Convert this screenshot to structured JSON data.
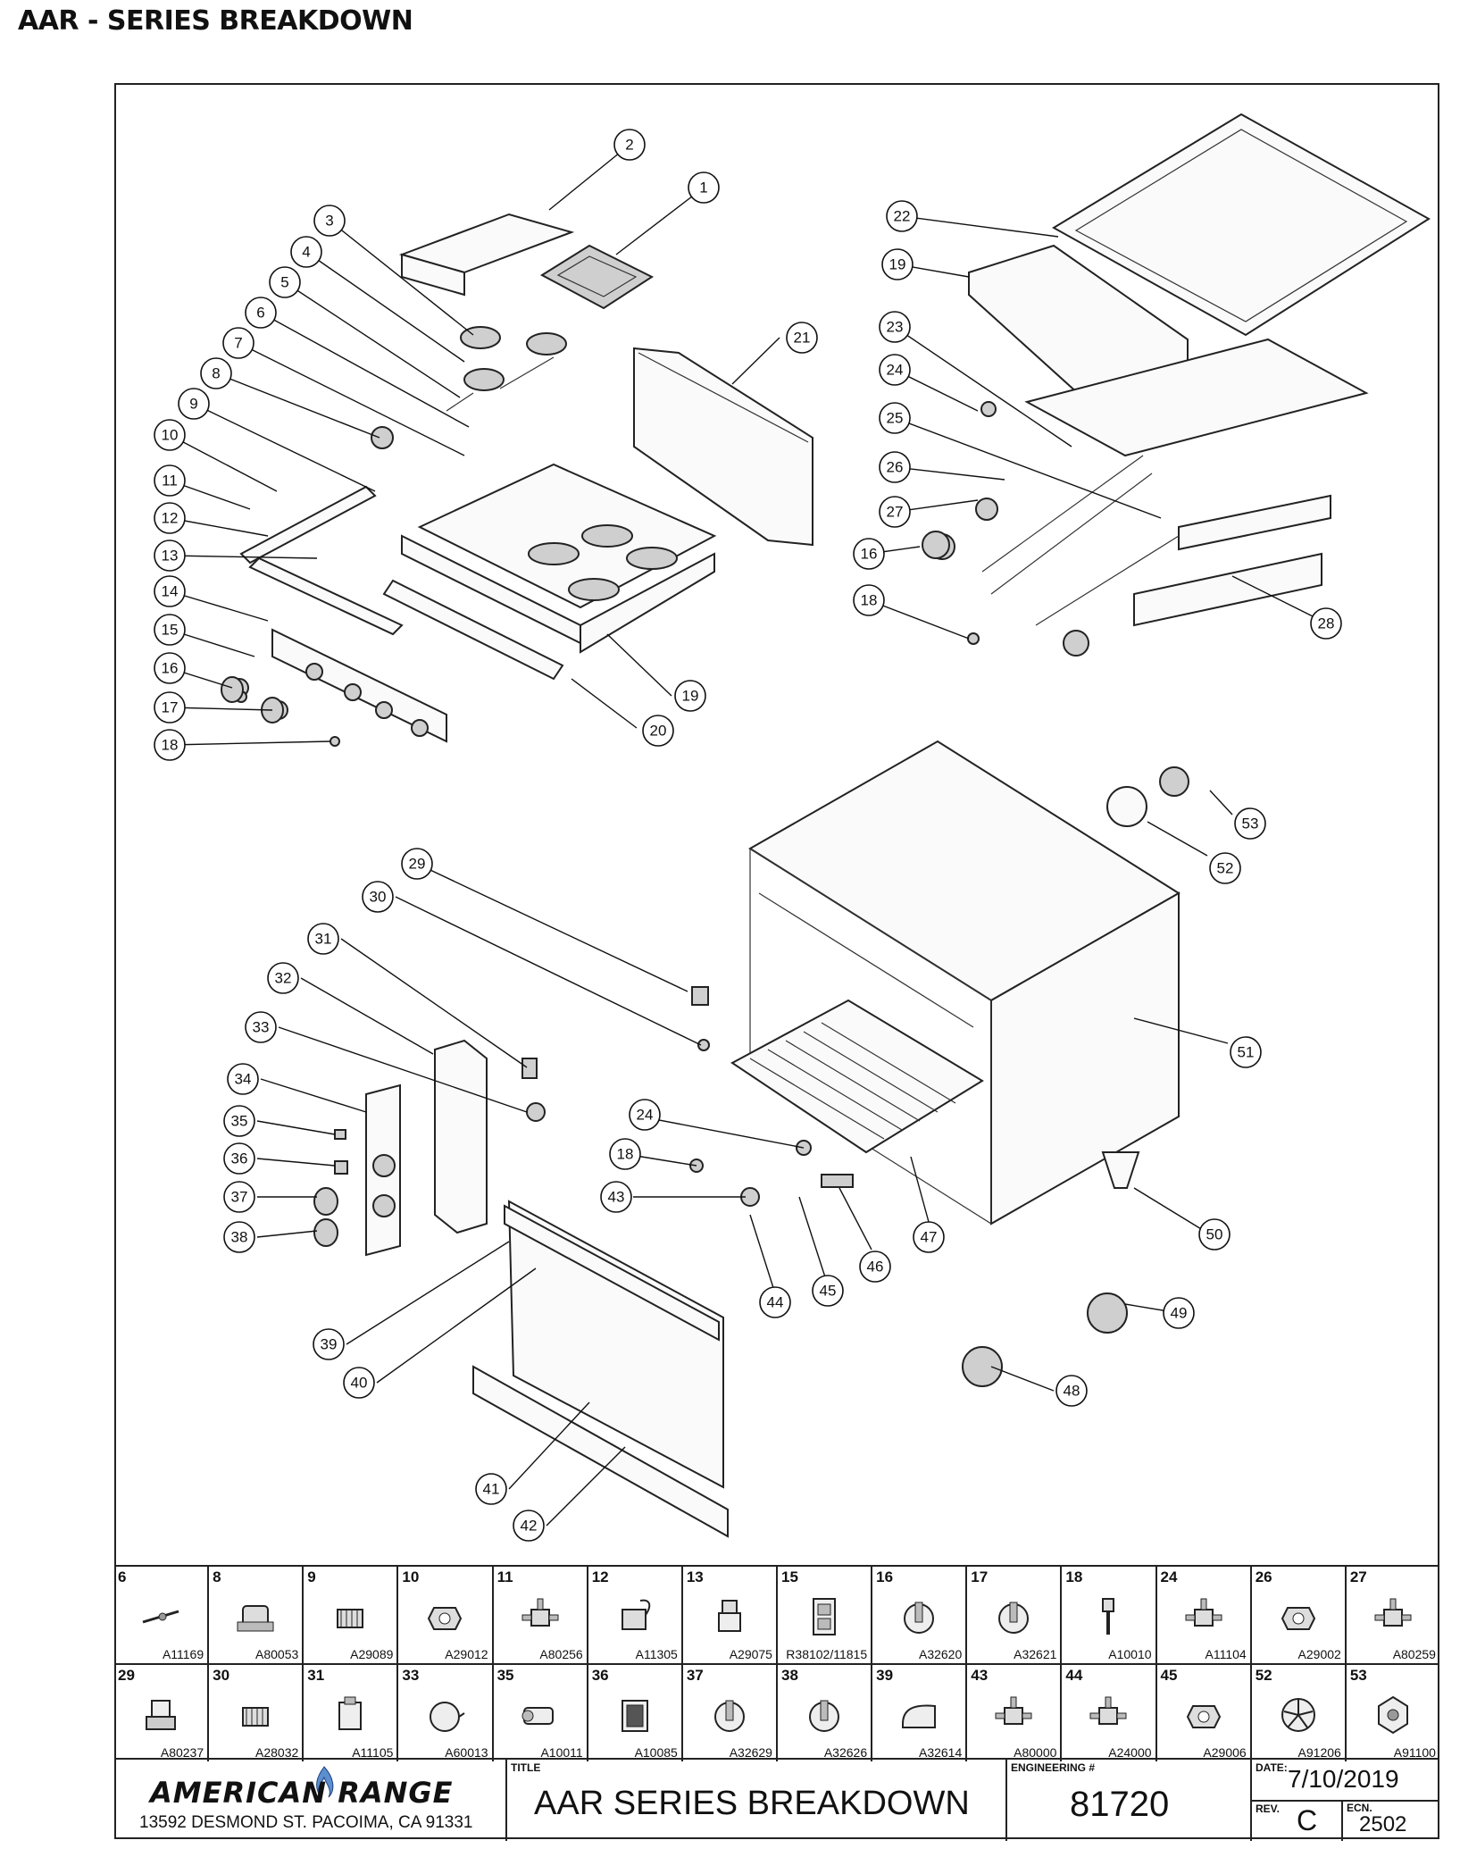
{
  "header": {
    "title": "AAR - SERIES BREAKDOWN"
  },
  "callouts": [
    "1",
    "2",
    "3",
    "4",
    "5",
    "6",
    "7",
    "8",
    "9",
    "10",
    "11",
    "12",
    "13",
    "14",
    "15",
    "16",
    "17",
    "18",
    "19",
    "19",
    "20",
    "21",
    "22",
    "23",
    "24",
    "25",
    "26",
    "27",
    "16",
    "18",
    "28",
    "29",
    "30",
    "31",
    "32",
    "33",
    "34",
    "35",
    "36",
    "37",
    "38",
    "39",
    "40",
    "41",
    "42",
    "24",
    "18",
    "43",
    "44",
    "45",
    "46",
    "47",
    "48",
    "49",
    "50",
    "51",
    "52",
    "53"
  ],
  "parts_table": {
    "row1": [
      {
        "num": "6",
        "code": "A11169",
        "icon": "thermocouple-icon"
      },
      {
        "num": "8",
        "code": "A80053",
        "icon": "regulator-icon"
      },
      {
        "num": "9",
        "code": "A29089",
        "icon": "fitting-icon"
      },
      {
        "num": "10",
        "code": "A29012",
        "icon": "nut-icon"
      },
      {
        "num": "11",
        "code": "A80256",
        "icon": "valve-icon"
      },
      {
        "num": "12",
        "code": "A11305",
        "icon": "thermostat-icon"
      },
      {
        "num": "13",
        "code": "A29075",
        "icon": "orifice-icon"
      },
      {
        "num": "15",
        "code": "R38102/11815",
        "icon": "switch-plate-icon"
      },
      {
        "num": "16",
        "code": "A32620",
        "icon": "knob-icon"
      },
      {
        "num": "17",
        "code": "A32621",
        "icon": "knob-icon"
      },
      {
        "num": "18",
        "code": "A10010",
        "icon": "pilot-icon"
      },
      {
        "num": "24",
        "code": "A11104",
        "icon": "valve-icon"
      },
      {
        "num": "26",
        "code": "A29002",
        "icon": "nut-icon"
      },
      {
        "num": "27",
        "code": "A80259",
        "icon": "valve-icon"
      }
    ],
    "row2": [
      {
        "num": "29",
        "code": "A80237",
        "icon": "solenoid-icon"
      },
      {
        "num": "30",
        "code": "A28032",
        "icon": "fitting-icon"
      },
      {
        "num": "31",
        "code": "A11105",
        "icon": "switch-icon"
      },
      {
        "num": "33",
        "code": "A60013",
        "icon": "motor-icon"
      },
      {
        "num": "35",
        "code": "A10011",
        "icon": "light-icon"
      },
      {
        "num": "36",
        "code": "A10085",
        "icon": "rocker-switch-icon"
      },
      {
        "num": "37",
        "code": "A32629",
        "icon": "knob-icon"
      },
      {
        "num": "38",
        "code": "A32626",
        "icon": "knob-icon"
      },
      {
        "num": "39",
        "code": "A32614",
        "icon": "handle-bracket-icon"
      },
      {
        "num": "43",
        "code": "A80000",
        "icon": "valve-icon"
      },
      {
        "num": "44",
        "code": "A24000",
        "icon": "valve-icon"
      },
      {
        "num": "45",
        "code": "A29006",
        "icon": "nut-icon"
      },
      {
        "num": "52",
        "code": "A91206",
        "icon": "fan-icon"
      },
      {
        "num": "53",
        "code": "A91100",
        "icon": "fan-hub-icon"
      }
    ]
  },
  "title_block": {
    "company": "AMERICAN RANGE",
    "address": "13592 DESMOND ST. PACOIMA, CA 91331",
    "title_label": "TITLE",
    "title": "AAR SERIES BREAKDOWN",
    "eng_label": "ENGINEERING #",
    "eng_number": "81720",
    "date_label": "DATE:",
    "date": "7/10/2019",
    "rev_label": "REV.",
    "rev": "C",
    "ecn_label": "ECN.",
    "ecn": "2502"
  }
}
